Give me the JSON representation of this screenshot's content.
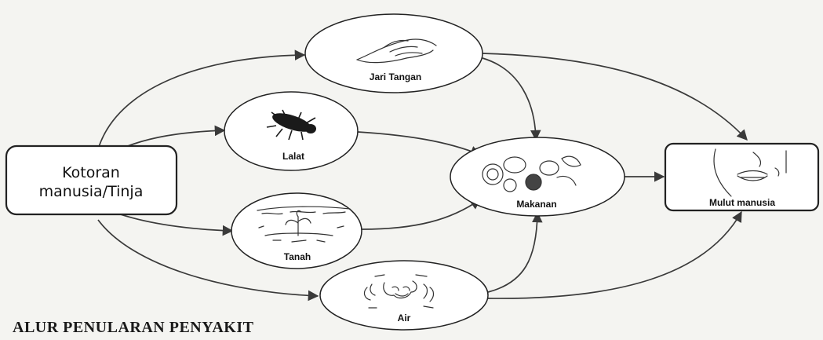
{
  "title": "ALUR PENULARAN PENYAKIT",
  "nodes": {
    "source": {
      "line1": "Kotoran",
      "line2": "manusia/Tinja",
      "icon": "feces-source"
    },
    "jari_tangan": {
      "label": "Jari Tangan",
      "icon": "hand-icon"
    },
    "lalat": {
      "label": "Lalat",
      "icon": "fly-icon"
    },
    "tanah": {
      "label": "Tanah",
      "icon": "soil-plant-icon"
    },
    "air": {
      "label": "Air",
      "icon": "water-icon"
    },
    "makanan": {
      "label": "Makanan",
      "icon": "food-icon"
    },
    "mulut": {
      "label": "Mulut manusia",
      "icon": "mouth-icon"
    }
  },
  "edges": [
    [
      "Kotoran manusia/Tinja",
      "Jari Tangan"
    ],
    [
      "Kotoran manusia/Tinja",
      "Lalat"
    ],
    [
      "Kotoran manusia/Tinja",
      "Tanah"
    ],
    [
      "Kotoran manusia/Tinja",
      "Air"
    ],
    [
      "Jari Tangan",
      "Makanan"
    ],
    [
      "Jari Tangan",
      "Mulut manusia"
    ],
    [
      "Lalat",
      "Makanan"
    ],
    [
      "Tanah",
      "Makanan"
    ],
    [
      "Air",
      "Makanan"
    ],
    [
      "Air",
      "Mulut manusia"
    ],
    [
      "Makanan",
      "Mulut manusia"
    ]
  ]
}
